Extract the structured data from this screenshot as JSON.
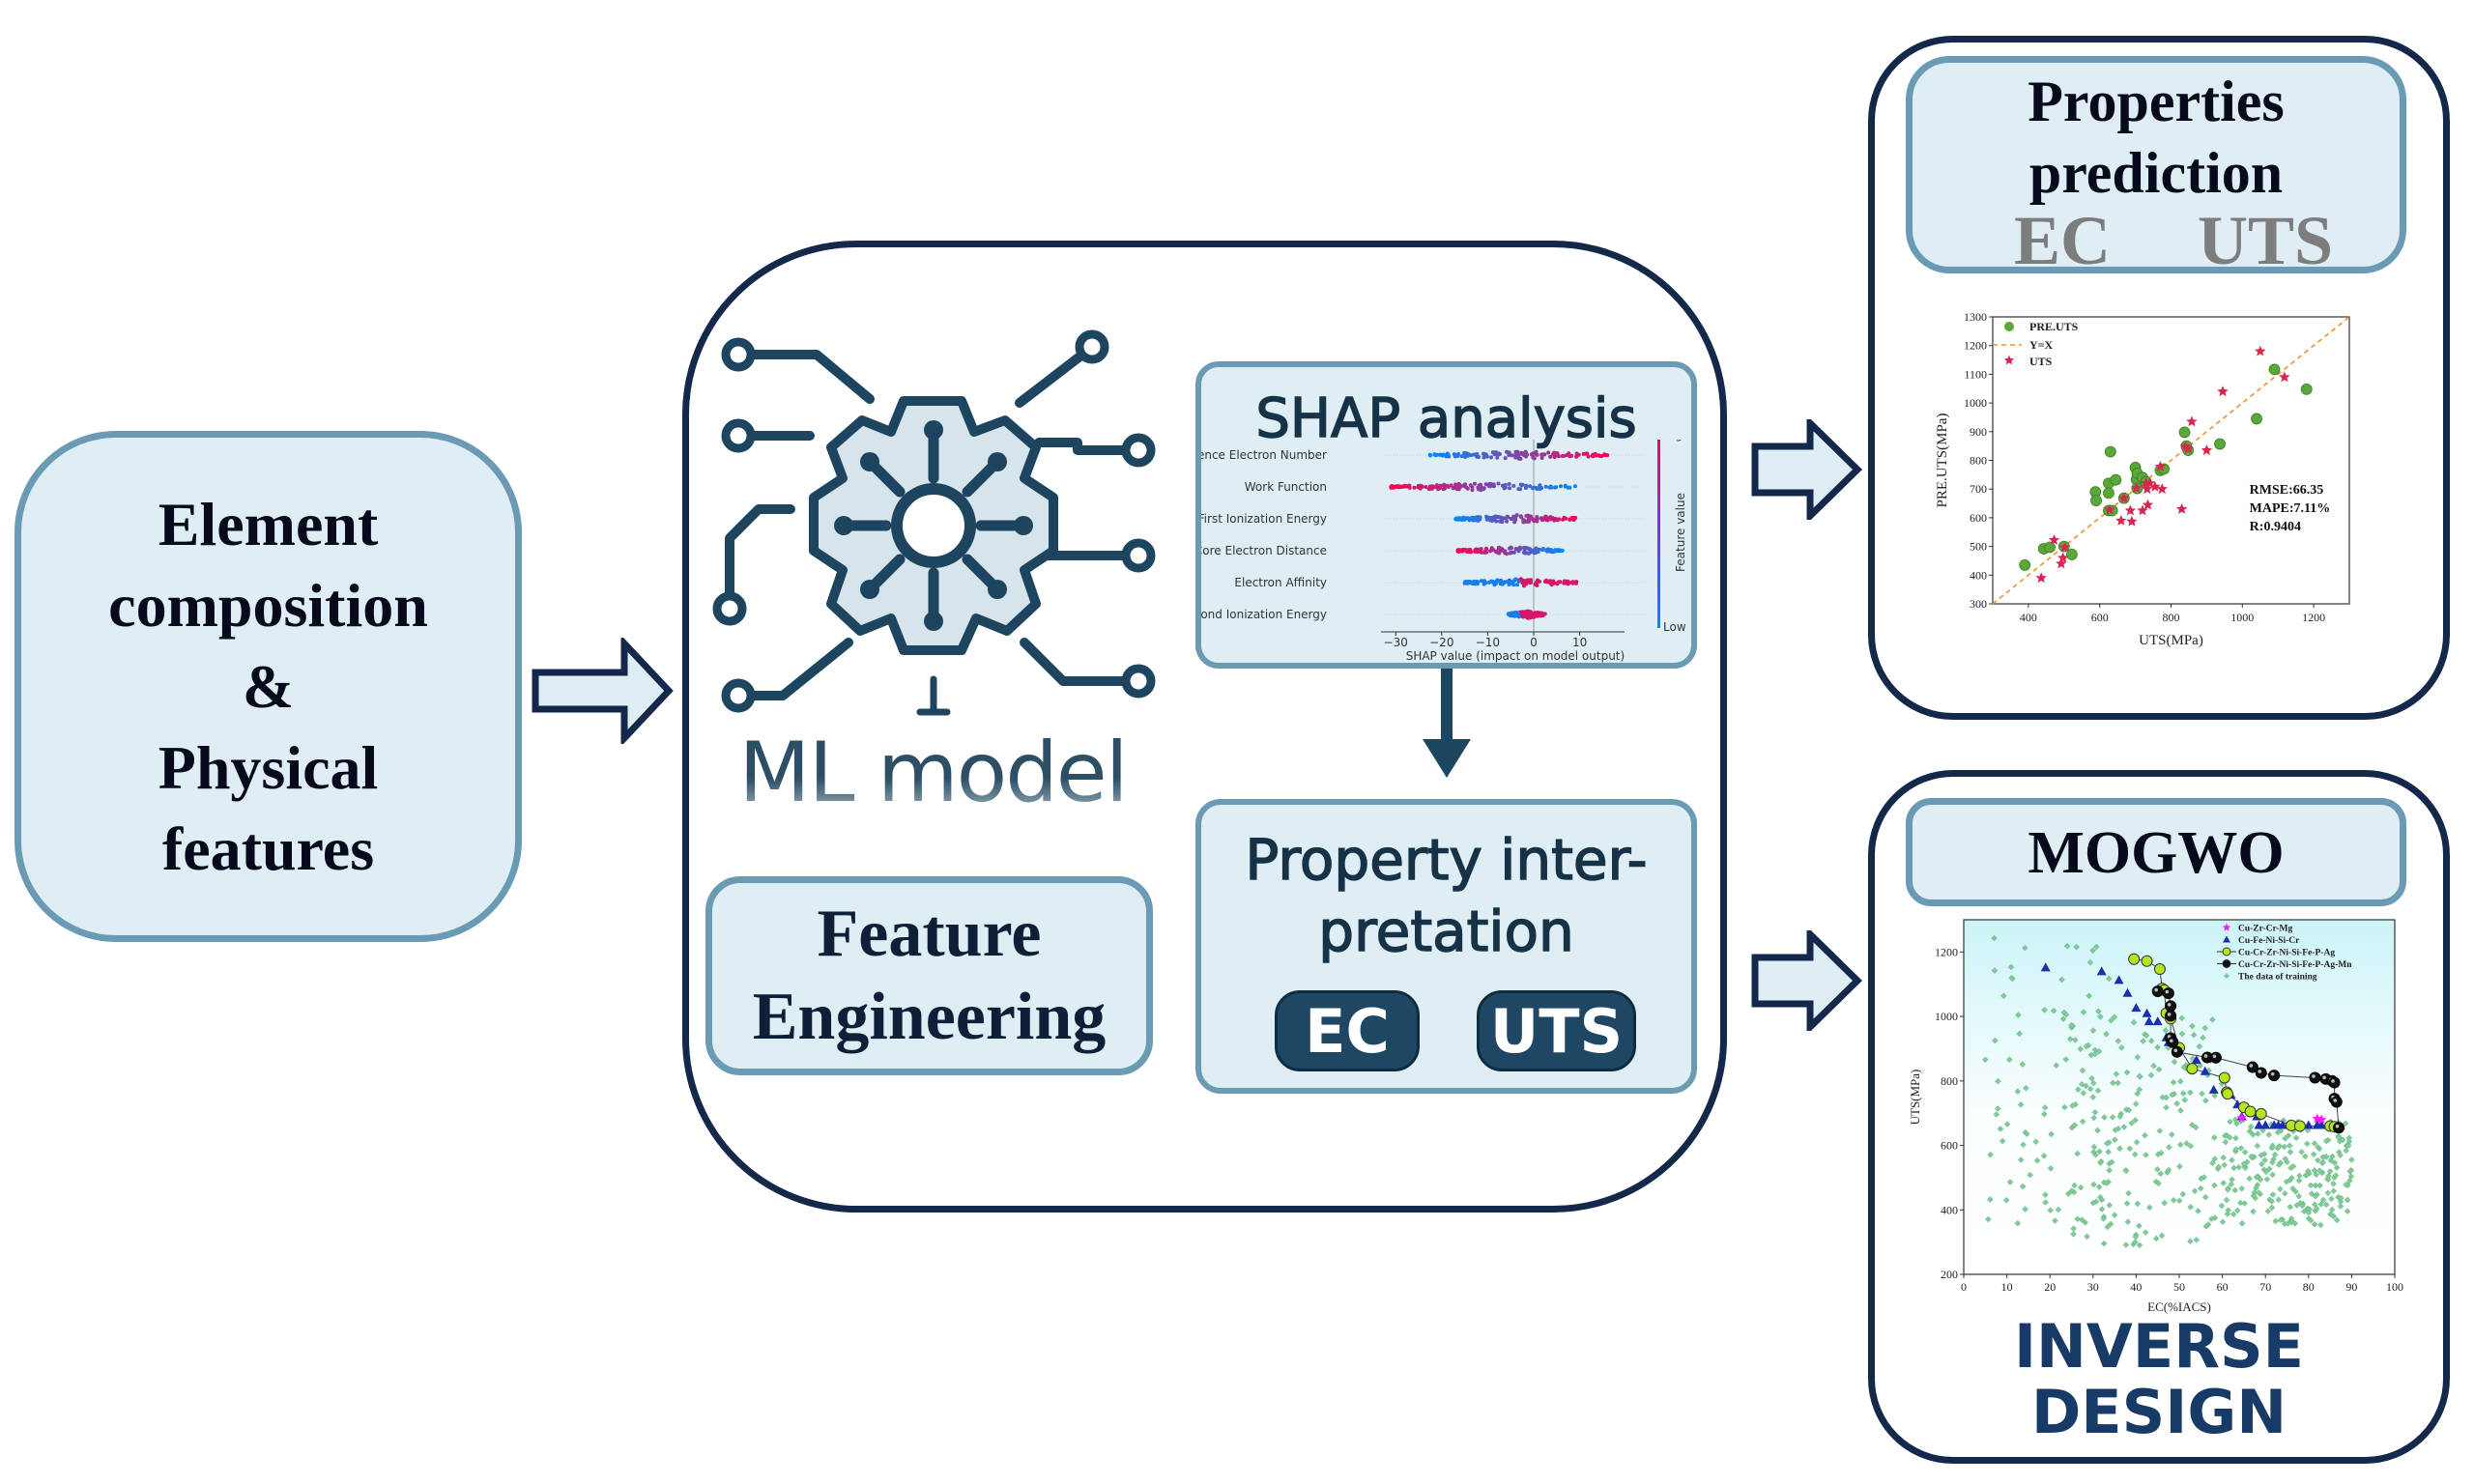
{
  "input_box": {
    "lines": [
      "Element",
      "composition",
      "&",
      "Physical",
      "features"
    ]
  },
  "ml_model": {
    "label": "ML model"
  },
  "feature_engineering": {
    "lines": [
      "Feature",
      "Engineering"
    ]
  },
  "shap": {
    "title": "SHAP analysis",
    "features": [
      "Valence Electron Number",
      "Work Function",
      "First Ionization Energy",
      "Core Electron Distance",
      "Electron Affinity",
      "Second Ionization Energy"
    ],
    "ranges": [
      [
        -23,
        17
      ],
      [
        -31,
        9.5
      ],
      [
        -17,
        9.5
      ],
      [
        -16.5,
        6.5
      ],
      [
        -15,
        9.5
      ],
      [
        -5.5,
        2.5
      ]
    ],
    "xticks": [
      -30,
      -20,
      -10,
      0,
      10
    ],
    "xlabel": "SHAP value (impact on model output)",
    "colorbar": {
      "high": "High",
      "low": "Low",
      "label": "Feature value",
      "high_color": "#ff0052",
      "low_color": "#008bfb"
    }
  },
  "interpretation": {
    "lines": [
      "Property inter-",
      "pretation"
    ],
    "badges": [
      "EC",
      "UTS"
    ]
  },
  "prediction": {
    "lines": [
      "Properties",
      "prediction"
    ],
    "targets": [
      "EC",
      "UTS"
    ]
  },
  "mogwo": {
    "title": "MOGWO",
    "footer": [
      "INVERSE",
      "DESIGN"
    ]
  },
  "chart_data": [
    {
      "type": "scatter",
      "title": "",
      "xlabel": "UTS(MPa)",
      "ylabel": "PRE.UTS(MPa)",
      "xlim": [
        300,
        1300
      ],
      "ylim": [
        300,
        1300
      ],
      "xticks": [
        400,
        600,
        800,
        1000,
        1200
      ],
      "yticks": [
        300,
        400,
        500,
        600,
        700,
        800,
        900,
        1000,
        1100,
        1200,
        1300
      ],
      "legend": [
        "PRE.UTS",
        "Y=X",
        "UTS"
      ],
      "legend_position": "top-left",
      "annotations": [
        "RMSE:66.35",
        "MAPE:7.11%",
        "R:0.9404"
      ],
      "series": [
        {
          "name": "PRE.UTS",
          "marker": "circle",
          "color": "#5aa83a",
          "points": [
            [
              390,
              435
            ],
            [
              443,
              492
            ],
            [
              460,
              497
            ],
            [
              500,
              500
            ],
            [
              522,
              472
            ],
            [
              588,
              690
            ],
            [
              590,
              660
            ],
            [
              625,
              720
            ],
            [
              625,
              686
            ],
            [
              625,
              625
            ],
            [
              630,
              830
            ],
            [
              635,
              625
            ],
            [
              645,
              732
            ],
            [
              668,
              668
            ],
            [
              700,
              775
            ],
            [
              703,
              733
            ],
            [
              705,
              755
            ],
            [
              705,
              702
            ],
            [
              720,
              740
            ],
            [
              730,
              725
            ],
            [
              770,
              765
            ],
            [
              780,
              770
            ],
            [
              838,
              898
            ],
            [
              843,
              850
            ],
            [
              848,
              835
            ],
            [
              937,
              857
            ],
            [
              1040,
              945
            ],
            [
              1090,
              1117
            ],
            [
              1180,
              1048
            ]
          ]
        },
        {
          "name": "UTS",
          "marker": "star",
          "color": "#d8264f",
          "points": [
            [
              436,
              390
            ],
            [
              472,
              522
            ],
            [
              492,
              440
            ],
            [
              497,
              460
            ],
            [
              502,
              497
            ],
            [
              628,
              628
            ],
            [
              660,
              590
            ],
            [
              668,
              668
            ],
            [
              686,
              625
            ],
            [
              690,
              587
            ],
            [
              703,
              703
            ],
            [
              720,
              625
            ],
            [
              730,
              720
            ],
            [
              733,
              700
            ],
            [
              735,
              645
            ],
            [
              740,
              720
            ],
            [
              755,
              708
            ],
            [
              770,
              778
            ],
            [
              775,
              700
            ],
            [
              830,
              630
            ],
            [
              840,
              848
            ],
            [
              848,
              840
            ],
            [
              858,
              935
            ],
            [
              900,
              835
            ],
            [
              945,
              1040
            ],
            [
              1050,
              1180
            ],
            [
              1118,
              1090
            ]
          ]
        },
        {
          "name": "Y=X",
          "type": "line",
          "color": "#f0902c",
          "points": [
            [
              300,
              300
            ],
            [
              1300,
              1300
            ]
          ]
        }
      ]
    },
    {
      "type": "scatter",
      "title": "",
      "xlabel": "EC(%IACS)",
      "ylabel": "UTS(MPa)",
      "xlim": [
        0,
        100
      ],
      "ylim": [
        200,
        1300
      ],
      "xticks": [
        0,
        10,
        20,
        30,
        40,
        50,
        60,
        70,
        80,
        90,
        100
      ],
      "yticks": [
        200,
        400,
        600,
        800,
        1000,
        1200
      ],
      "legend": [
        "Cu-Zr-Cr-Mg",
        "Cu-Fe-Ni-Si-Cr",
        "Cu-Cr-Zr-Ni-Si-Fe-P-Ag",
        "Cu-Cr-Zr-Ni-Si-Fe-P-Ag-Mn",
        "The data of training"
      ],
      "legend_position": "top-right",
      "series": [
        {
          "name": "Cu-Zr-Cr-Mg",
          "marker": "star",
          "color": "#ff1aff",
          "points": [
            [
              64.5,
              685
            ],
            [
              82,
              683
            ],
            [
              83,
              680
            ]
          ]
        },
        {
          "name": "Cu-Fe-Ni-Si-Cr",
          "marker": "triangle",
          "color": "#1a2fb0",
          "points": [
            [
              19,
              1152
            ],
            [
              32,
              1140
            ],
            [
              36,
              1113
            ],
            [
              38,
              1073
            ],
            [
              40,
              1027
            ],
            [
              42.5,
              1010
            ],
            [
              43,
              985
            ],
            [
              45,
              985
            ],
            [
              47,
              935
            ],
            [
              47.5,
              920
            ],
            [
              54,
              865
            ],
            [
              56,
              830
            ],
            [
              58,
              773
            ],
            [
              62,
              757
            ],
            [
              63.5,
              727
            ],
            [
              64.5,
              690
            ],
            [
              68,
              690
            ],
            [
              68.5,
              663
            ],
            [
              70,
              663
            ],
            [
              72,
              663
            ],
            [
              73,
              663
            ],
            [
              74,
              663
            ],
            [
              76,
              663
            ],
            [
              78,
              663
            ],
            [
              80,
              663
            ],
            [
              82,
              663
            ],
            [
              83,
              663
            ],
            [
              85,
              663
            ]
          ]
        },
        {
          "name": "Cu-Cr-Zr-Ni-Si-Fe-P-Ag",
          "marker": "circle-line",
          "color": "#b5e61d",
          "points": [
            [
              39.5,
              1178
            ],
            [
              42.5,
              1172
            ],
            [
              45.5,
              1147
            ],
            [
              46,
              1087
            ],
            [
              46.5,
              1082
            ],
            [
              47,
              1010
            ],
            [
              48,
              993
            ],
            [
              50,
              903
            ],
            [
              53,
              838
            ],
            [
              60.5,
              810
            ],
            [
              61,
              765
            ],
            [
              61.2,
              760
            ],
            [
              65,
              718
            ],
            [
              66.5,
              705
            ],
            [
              69,
              698
            ],
            [
              76,
              662
            ],
            [
              78,
              660
            ],
            [
              85,
              660
            ],
            [
              86,
              658
            ]
          ]
        },
        {
          "name": "Cu-Cr-Zr-Ni-Si-Fe-P-Ag-Mn",
          "marker": "circle-line",
          "color": "#111111",
          "points": [
            [
              45,
              1078
            ],
            [
              47.5,
              1072
            ],
            [
              48,
              1032
            ],
            [
              48,
              1002
            ],
            [
              48,
              933
            ],
            [
              48.5,
              920
            ],
            [
              49.5,
              890
            ],
            [
              56.5,
              873
            ],
            [
              58.5,
              872
            ],
            [
              67,
              843
            ],
            [
              69,
              825
            ],
            [
              72,
              817
            ],
            [
              81.5,
              810
            ],
            [
              84,
              806
            ],
            [
              85.5,
              800
            ],
            [
              86,
              795
            ],
            [
              86,
              745
            ],
            [
              86.5,
              735
            ],
            [
              87,
              655
            ]
          ]
        },
        {
          "name": "The data of training",
          "marker": "diamond",
          "color": "#7fcc98",
          "count_approx": 500
        }
      ]
    }
  ]
}
